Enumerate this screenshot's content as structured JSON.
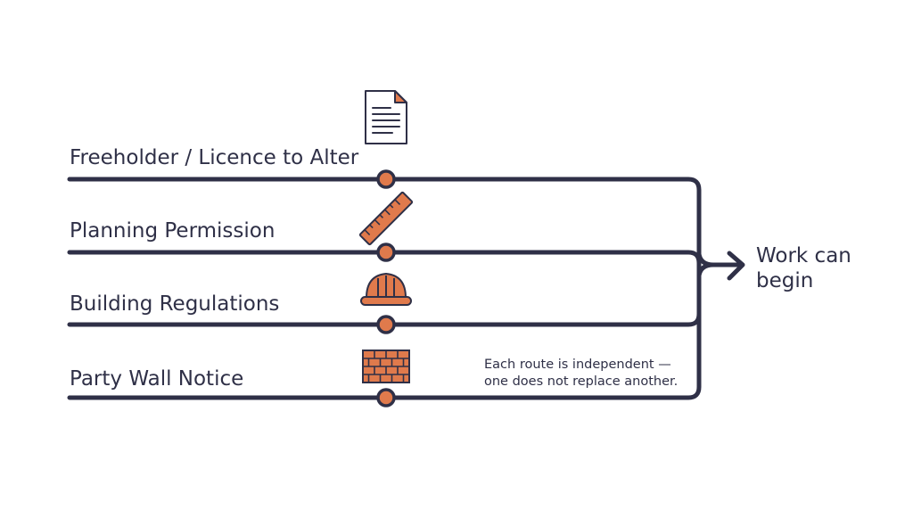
{
  "routes": [
    {
      "label": "Freeholder / Licence to Alter",
      "icon": "document-icon"
    },
    {
      "label": "Planning Permission",
      "icon": "ruler-icon"
    },
    {
      "label": "Building Regulations",
      "icon": "hard-hat-icon"
    },
    {
      "label": "Party Wall Notice",
      "icon": "brick-wall-icon"
    }
  ],
  "outcome": {
    "line1": "Work can",
    "line2": "begin"
  },
  "note": {
    "line1": "Each route is independent —",
    "line2": "one does not replace another."
  },
  "colors": {
    "line": "#2f3047",
    "accent": "#e07a4c",
    "text": "#2f3047",
    "background": "#ffffff"
  }
}
